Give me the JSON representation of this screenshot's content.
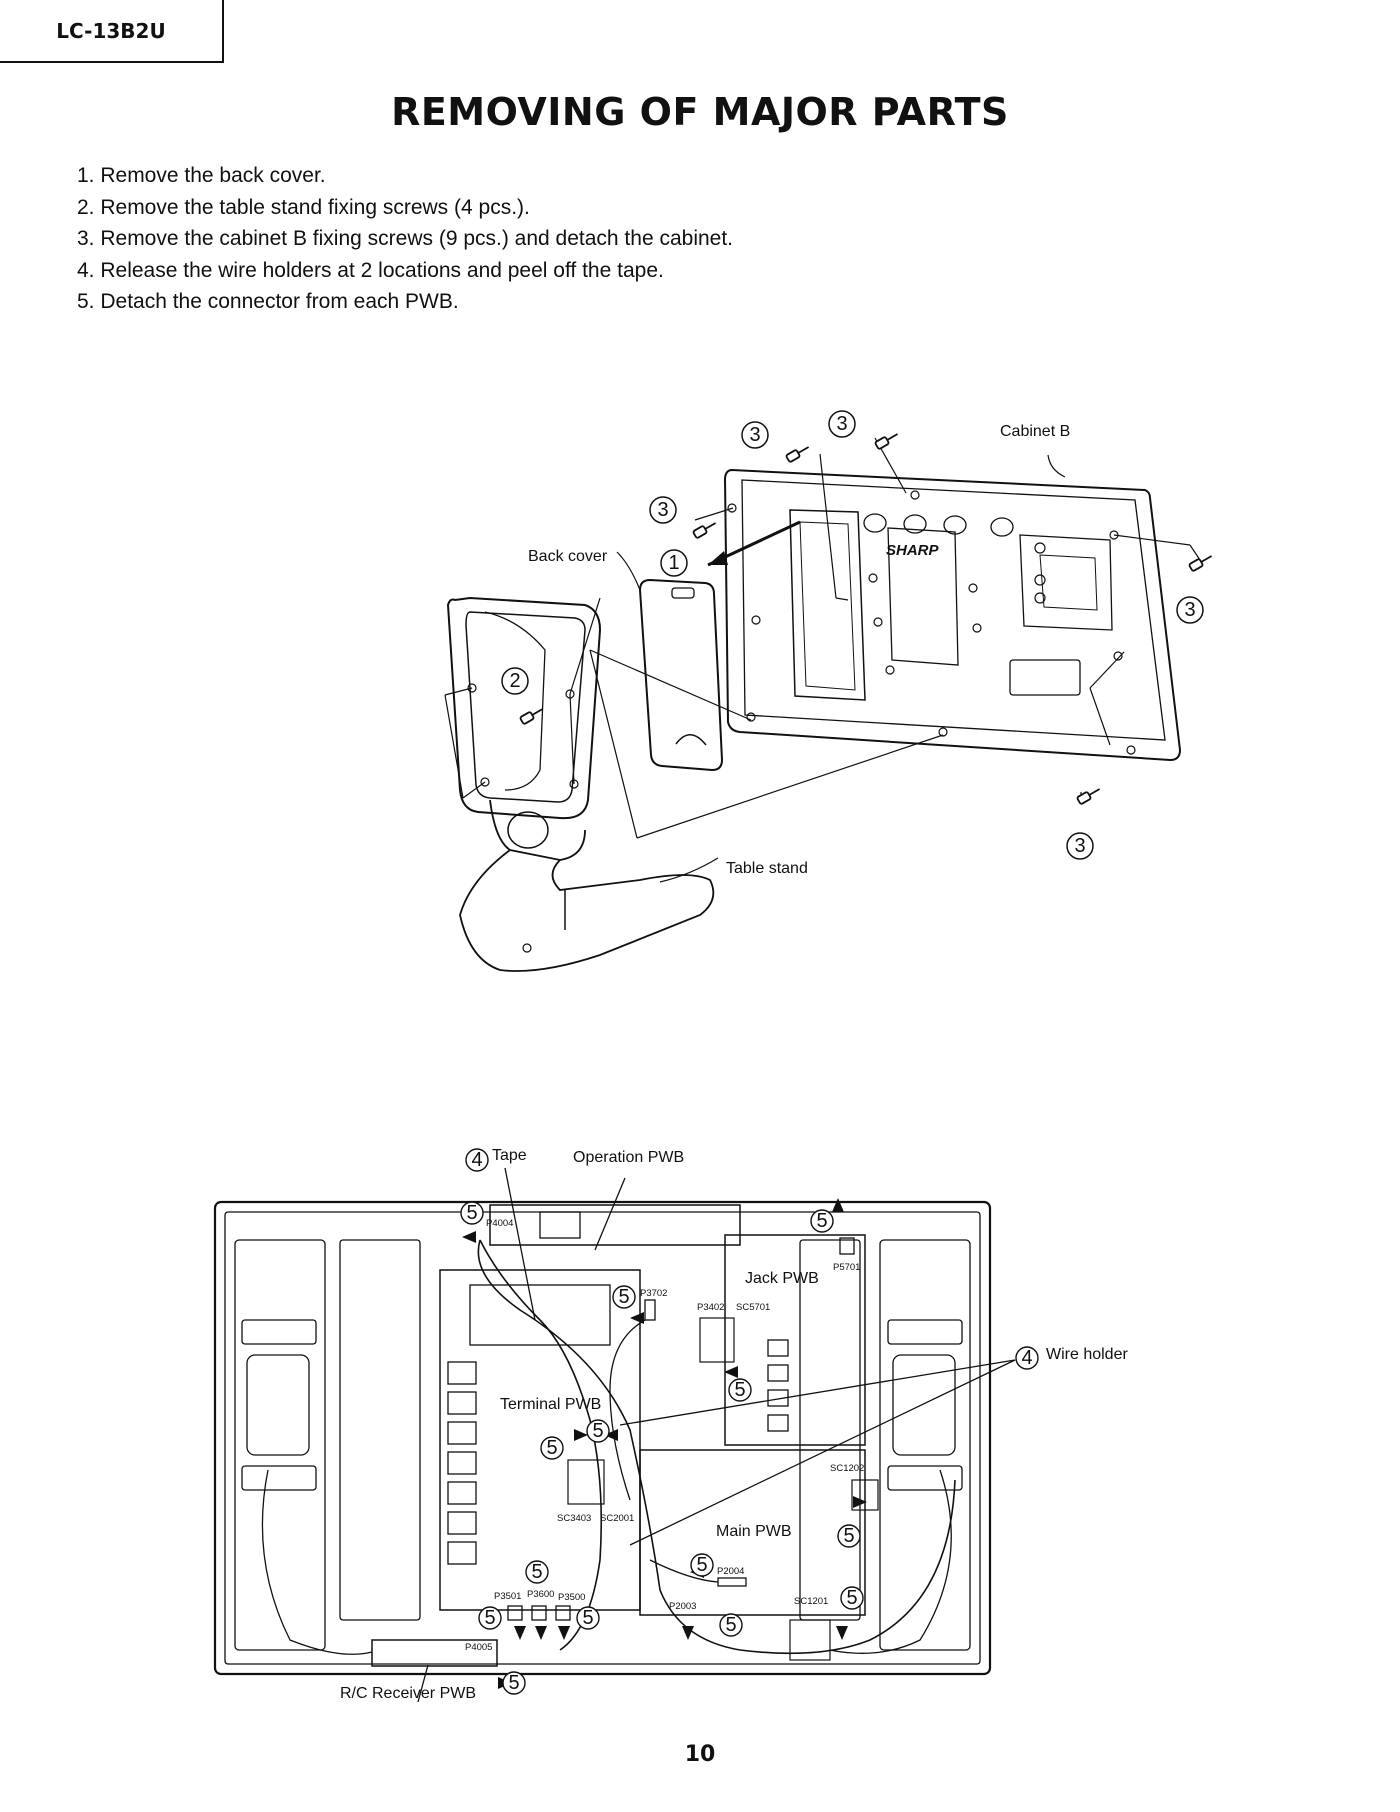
{
  "header": {
    "model": "LC-13B2U"
  },
  "page": {
    "title": "REMOVING OF MAJOR PARTS",
    "number": "10"
  },
  "steps": [
    "1. Remove the back cover.",
    "2. Remove the table stand fixing screws (4 pcs.).",
    "3. Remove the cabinet B fixing screws (9 pcs.) and detach the cabinet.",
    "4. Release the wire holders at 2 locations and peel off the tape.",
    "5. Detach the connector from each PWB."
  ],
  "diagram1": {
    "labels": {
      "cabinet_b": "Cabinet B",
      "back_cover": "Back cover",
      "table_stand": "Table stand",
      "brand": "SHARP"
    },
    "callouts": {
      "one": "1",
      "two": "2",
      "three": "3"
    }
  },
  "diagram2": {
    "labels": {
      "tape": "Tape",
      "operation_pwb": "Operation PWB",
      "jack_pwb": "Jack PWB",
      "wire_holder": "Wire holder",
      "terminal_pwb": "Terminal PWB",
      "main_pwb": "Main PWB",
      "rc_receiver_pwb": "R/C Receiver PWB"
    },
    "callouts": {
      "four": "4",
      "five": "5"
    },
    "connectors": {
      "p4004": "P4004",
      "p3702": "P3702",
      "p3402": "P3402",
      "sc5701": "SC5701",
      "p5701": "P5701",
      "sc1202": "SC1202",
      "sc3403": "SC3403",
      "sc2001": "SC2001",
      "p3501": "P3501",
      "p3600": "P3600",
      "p3500": "P3500",
      "p2004": "P2004",
      "p2003": "P2003",
      "sc1201": "SC1201",
      "p4005": "P4005"
    }
  }
}
